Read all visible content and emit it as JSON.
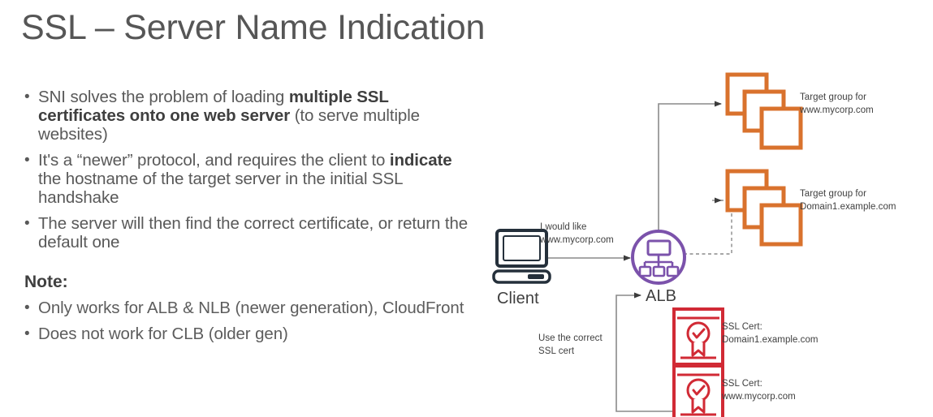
{
  "slide": {
    "title": "SSL – Server Name Indication"
  },
  "body": {
    "bullets": [
      {
        "pre": "SNI solves the problem of loading ",
        "bold": "multiple SSL certificates onto one web server",
        "post": " (to serve multiple websites)"
      },
      {
        "pre": "It's a “newer” protocol, and requires the client to ",
        "bold": "indicate",
        "post": " the hostname of the target server in the initial SSL handshake"
      },
      {
        "pre": "The server will then find the correct certificate, or return the default one",
        "bold": "",
        "post": ""
      }
    ],
    "note_heading": "Note:",
    "note_bullets": [
      {
        "pre": "Only works for ALB & NLB (newer generation), CloudFront",
        "bold": "",
        "post": ""
      },
      {
        "pre": "Does not work for CLB (older gen)",
        "bold": "",
        "post": ""
      }
    ],
    "bullet_glyph": "•"
  },
  "diagram": {
    "client_label": "Client",
    "alb_label": "ALB",
    "request_label": "I would like\nwww.mycorp.com",
    "use_cert_label": "Use the correct\nSSL cert",
    "target_group_1": "Target group for\nwww.mycorp.com",
    "target_group_2": "Target group for\nDomain1.example.com",
    "ssl_cert_1": "SSL Cert:\nDomain1.example.com",
    "ssl_cert_2": "SSL Cert:\nwww.mycorp.com",
    "colors": {
      "target_group_orange": "#D9722D",
      "alb_purple": "#7B52AB",
      "cert_red": "#D12A35",
      "client_navy": "#25303B",
      "connector_gray": "#8A8A8A",
      "text_gray": "#404040",
      "title_gray": "#565656"
    }
  }
}
